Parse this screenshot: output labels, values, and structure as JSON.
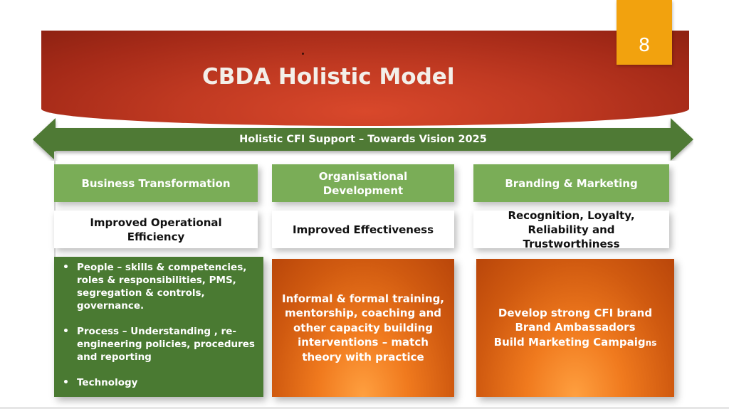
{
  "slide": {
    "title": "CBDA Holistic Model",
    "title_mark": "·",
    "page_number": "8"
  },
  "arrow": {
    "label": "Holistic CFI Support – Towards Vision 2025"
  },
  "categories": [
    {
      "label": "Business Transformation"
    },
    {
      "label_lines": [
        "Organisational",
        "Development"
      ]
    },
    {
      "label": "Branding & Marketing"
    }
  ],
  "outcomes": [
    {
      "lines": [
        "Improved Operational",
        "Efficiency"
      ]
    },
    {
      "lines": [
        "Improved Effectiveness"
      ]
    },
    {
      "lines": [
        "Recognition, Loyalty,",
        "Reliability and",
        "Trustworthiness"
      ]
    }
  ],
  "details": {
    "business": {
      "bullets": [
        {
          "lines": [
            "People – skills & competencies,",
            "roles & responsibilities, PMS,",
            "segregation & controls,",
            "governance."
          ]
        },
        {
          "lines": [
            "Process – Understanding , re-",
            "engineering policies, procedures",
            "and reporting"
          ]
        },
        {
          "lines": [
            "Technology"
          ]
        }
      ]
    },
    "organisational": {
      "lines": [
        "Informal & formal training,",
        "mentorship, coaching and",
        "other capacity building",
        "interventions – match",
        "theory with practice"
      ]
    },
    "branding": {
      "lines": [
        "Develop strong CFI brand",
        "Brand Ambassadors"
      ],
      "last_line_main": "Build Marketing Campaig",
      "last_line_tail": "ns"
    }
  },
  "colors": {
    "banner_red": "#c13a22",
    "page_number_orange": "#f2a20e",
    "arrow_green": "#4f7a35",
    "category_green": "#7aad57",
    "detail_green": "#4a7a32",
    "detail_orange": "#f07a1e"
  }
}
